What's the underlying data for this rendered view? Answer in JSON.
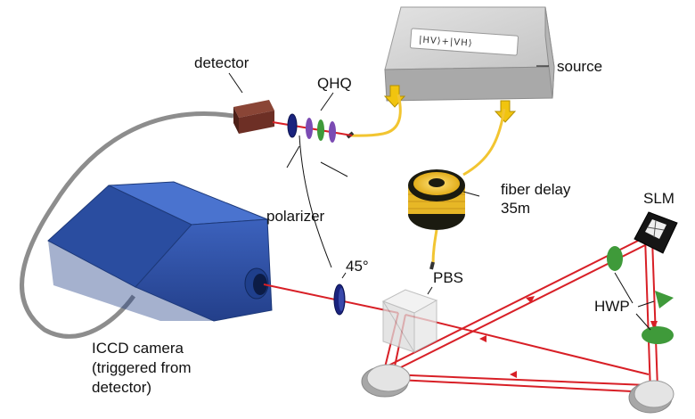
{
  "labels": {
    "detector": "detector",
    "qhq": "QHQ",
    "source": "source",
    "source_state": "|HV⟩+|VH⟩",
    "fiber_delay_line1": "fiber delay",
    "fiber_delay_line2": "35m",
    "slm": "SLM",
    "polarizer": "polarizer",
    "angle_45": "45°",
    "pbs": "PBS",
    "hwp": "HWP",
    "camera_line1": "ICCD camera",
    "camera_line2": "(triggered from",
    "camera_line3": "detector)"
  },
  "colors": {
    "laser": "#d81f26",
    "fiber": "#f2c531",
    "camera": "#2f52a7",
    "hwp": "#3f9a3a",
    "source_box": "#bdbdbd",
    "detector_box": "#6d2f25"
  }
}
